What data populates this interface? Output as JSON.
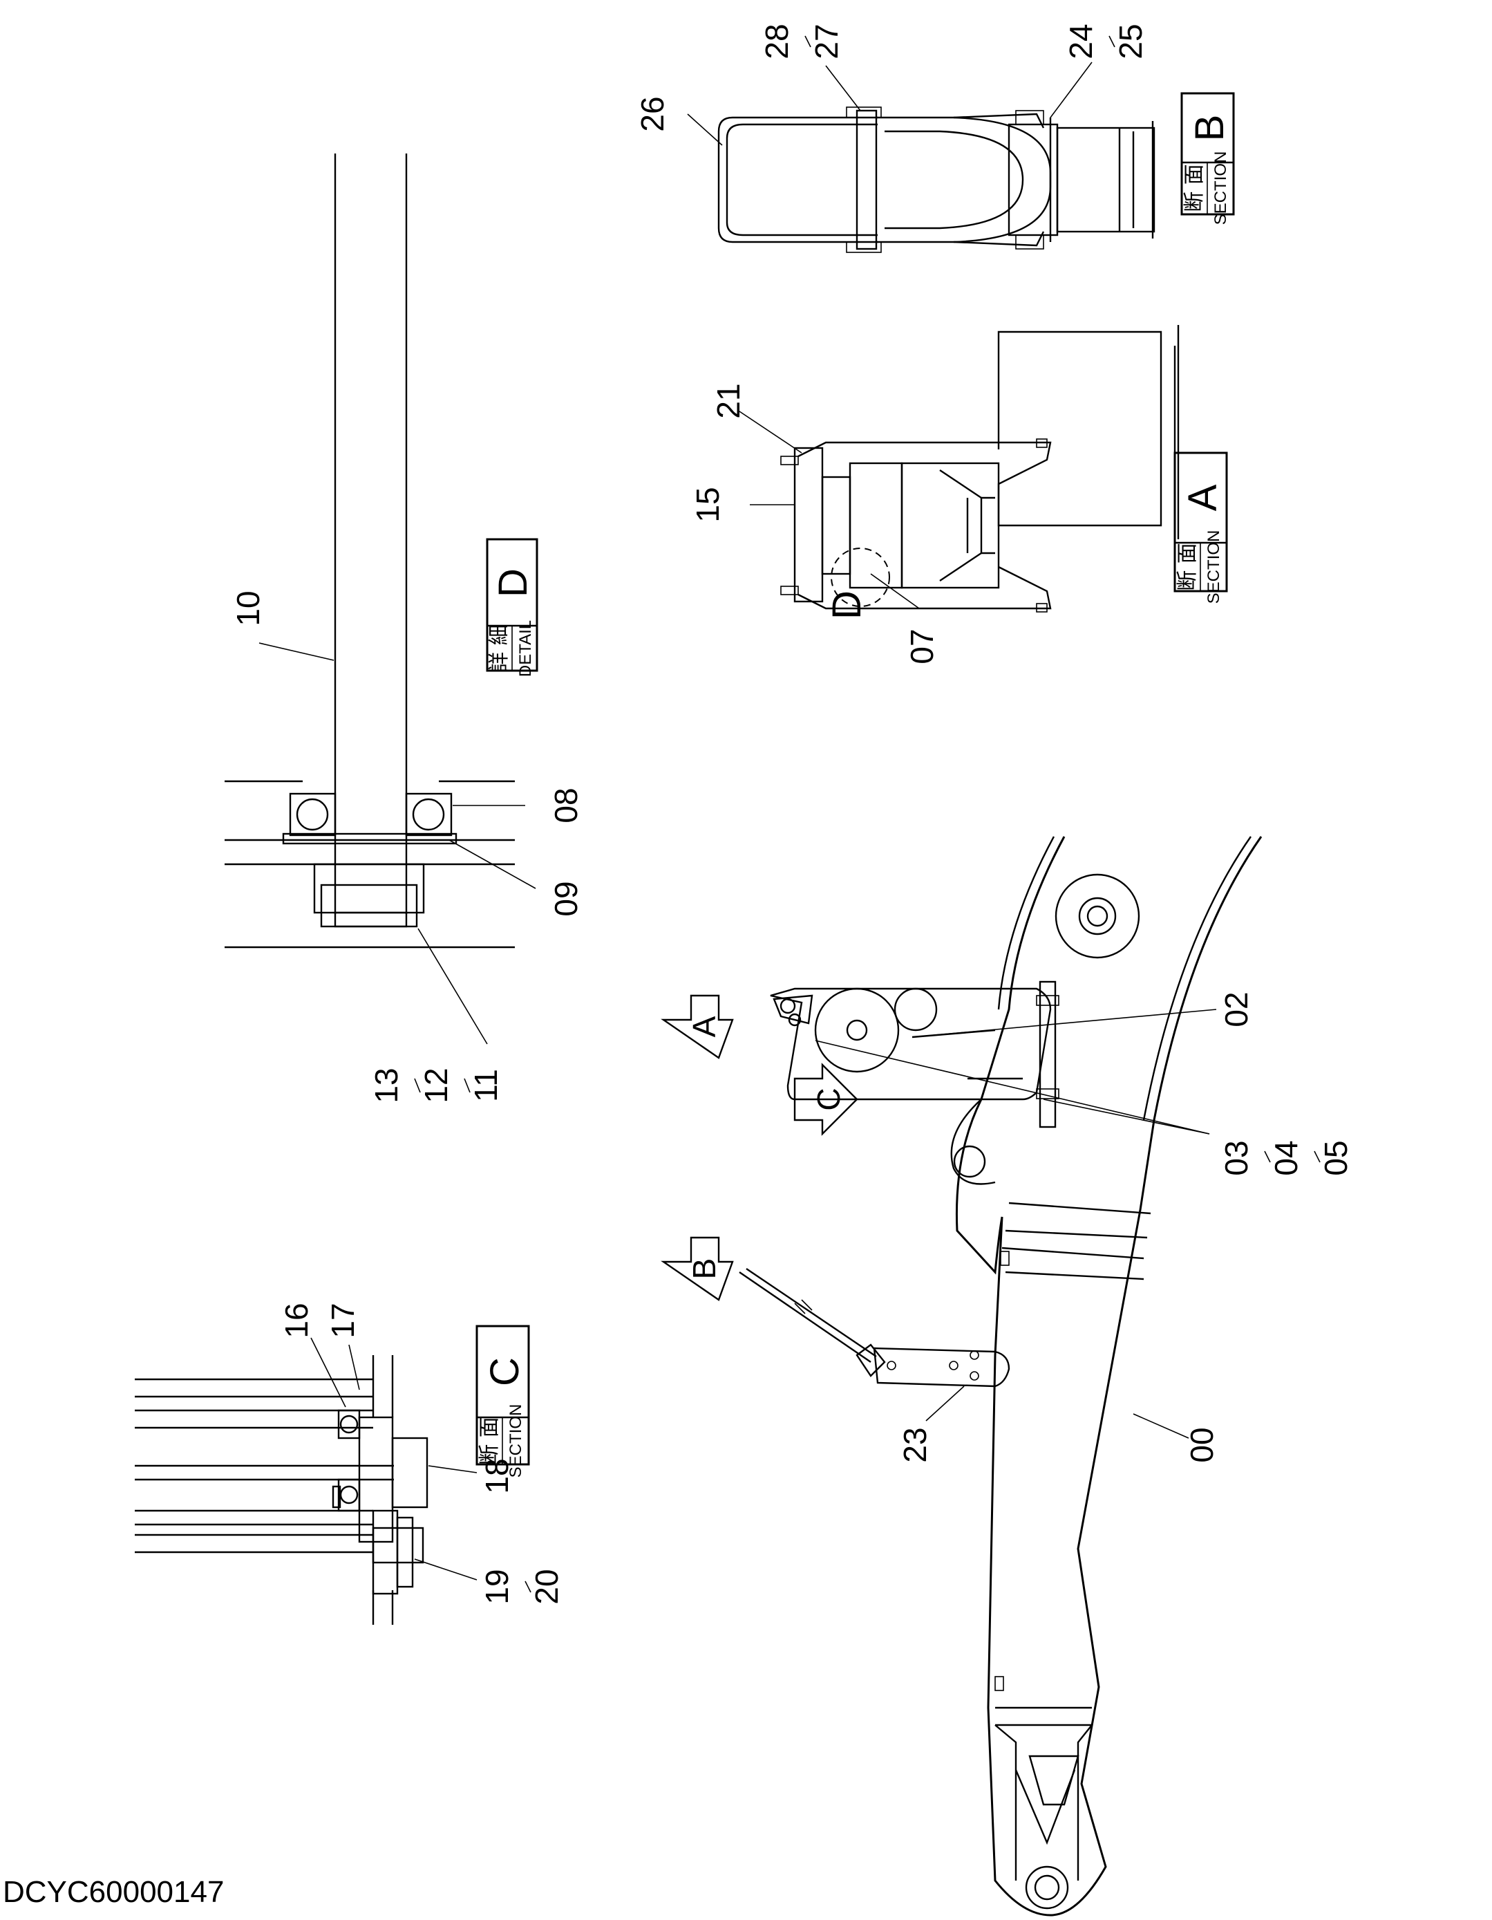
{
  "drawing_code": "DCYC60000147",
  "callouts": {
    "c00": "00",
    "c02": "02",
    "c03": "03",
    "c04": "04",
    "c05": "05",
    "c07": "07",
    "c08": "08",
    "c09": "09",
    "c10": "10",
    "c11": "11",
    "c12": "12",
    "c13": "13",
    "c15": "15",
    "c16": "16",
    "c17": "17",
    "c18": "18",
    "c19": "19",
    "c20": "20",
    "c21": "21",
    "c23": "23",
    "c24": "24",
    "c25": "25",
    "c26": "26",
    "c27": "27",
    "c28": "28"
  },
  "views": {
    "arrow_a": "A",
    "arrow_b": "B",
    "arrow_c": "C",
    "detail_marker_d": "D",
    "section_a": {
      "jp": "断 面",
      "en": "SECTION",
      "letter": "A"
    },
    "section_b": {
      "jp": "断 面",
      "en": "SECTION",
      "letter": "B"
    },
    "section_c": {
      "jp": "断 面",
      "en": "SECTION",
      "letter": "C"
    },
    "detail_d": {
      "jp": "詳 細",
      "en": "DETAIL",
      "letter": "D"
    }
  }
}
